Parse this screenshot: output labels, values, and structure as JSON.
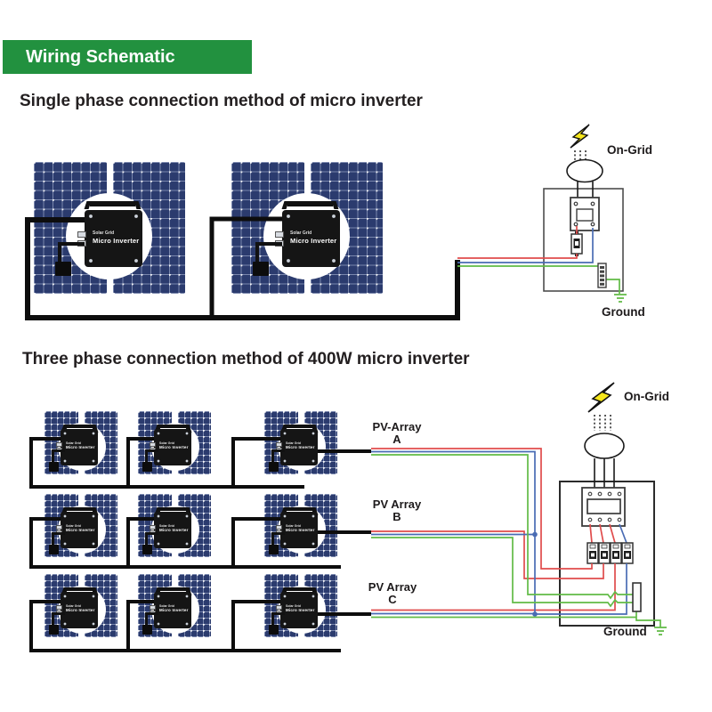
{
  "banner": {
    "label": "Wiring Schematic"
  },
  "titles": {
    "single_phase": "Single phase connection method of micro inverter",
    "three_phase": "Three phase connection method of 400W micro inverter"
  },
  "inverter": {
    "brand": "Solar Grid",
    "label": "Micro Inverter"
  },
  "grid_labels": {
    "on_grid": "On-Grid",
    "ground": "Ground"
  },
  "pv_arrays": {
    "a": {
      "line1": "PV-Array",
      "line2": "A"
    },
    "b": {
      "line1": "PV Array",
      "line2": "B"
    },
    "c": {
      "line1": "PV Array",
      "line2": "C"
    }
  },
  "colors": {
    "banner_green": "#22913f",
    "panel_blue": "#2b3b6e",
    "wire_red": "#e04c4c",
    "wire_blue": "#4a6cb4",
    "wire_green": "#61bb46",
    "wire_black": "#0d0d0d",
    "bolt_yellow": "#f6e71c",
    "box_stroke": "#3c3c3c"
  }
}
